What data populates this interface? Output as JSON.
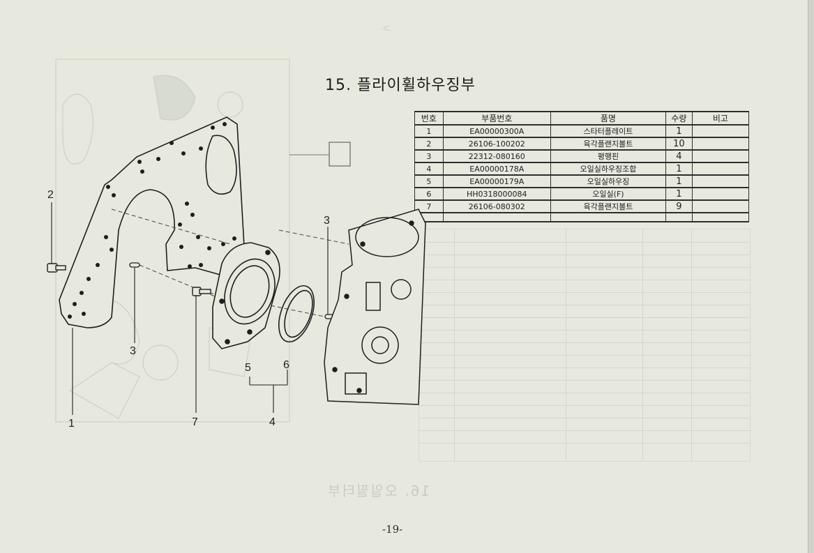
{
  "document": {
    "section_title": "15. 플라이휠하우징부",
    "page_number": "-19-"
  },
  "parts_table": {
    "headers": [
      "번호",
      "부품번호",
      "품명",
      "수량",
      "비고"
    ],
    "rows": [
      {
        "no": "1",
        "part_number": "EA00000300A",
        "name": "스타터플레이트",
        "qty": "1",
        "note": ""
      },
      {
        "no": "2",
        "part_number": "26106-100202",
        "name": "육각플랜지볼트",
        "qty": "10",
        "note": ""
      },
      {
        "no": "3",
        "part_number": "22312-080160",
        "name": "평행핀",
        "qty": "4",
        "note": ""
      },
      {
        "no": "4",
        "part_number": "EA00000178A",
        "name": "오일실하우징조합",
        "qty": "1",
        "note": ""
      },
      {
        "no": "5",
        "part_number": "EA00000179A",
        "name": "오일실하우징",
        "qty": "1",
        "note": ""
      },
      {
        "no": "6",
        "part_number": "HH0318000084",
        "name": "오일실(F)",
        "qty": "1",
        "note": ""
      },
      {
        "no": "7",
        "part_number": "26106-080302",
        "name": "육각플랜지볼트",
        "qty": "9",
        "note": ""
      }
    ]
  },
  "diagram_callouts": {
    "c1": "1",
    "c2": "2",
    "c3a": "3",
    "c3b": "3",
    "c4": "4",
    "c5": "5",
    "c6": "6",
    "c7": "7"
  }
}
